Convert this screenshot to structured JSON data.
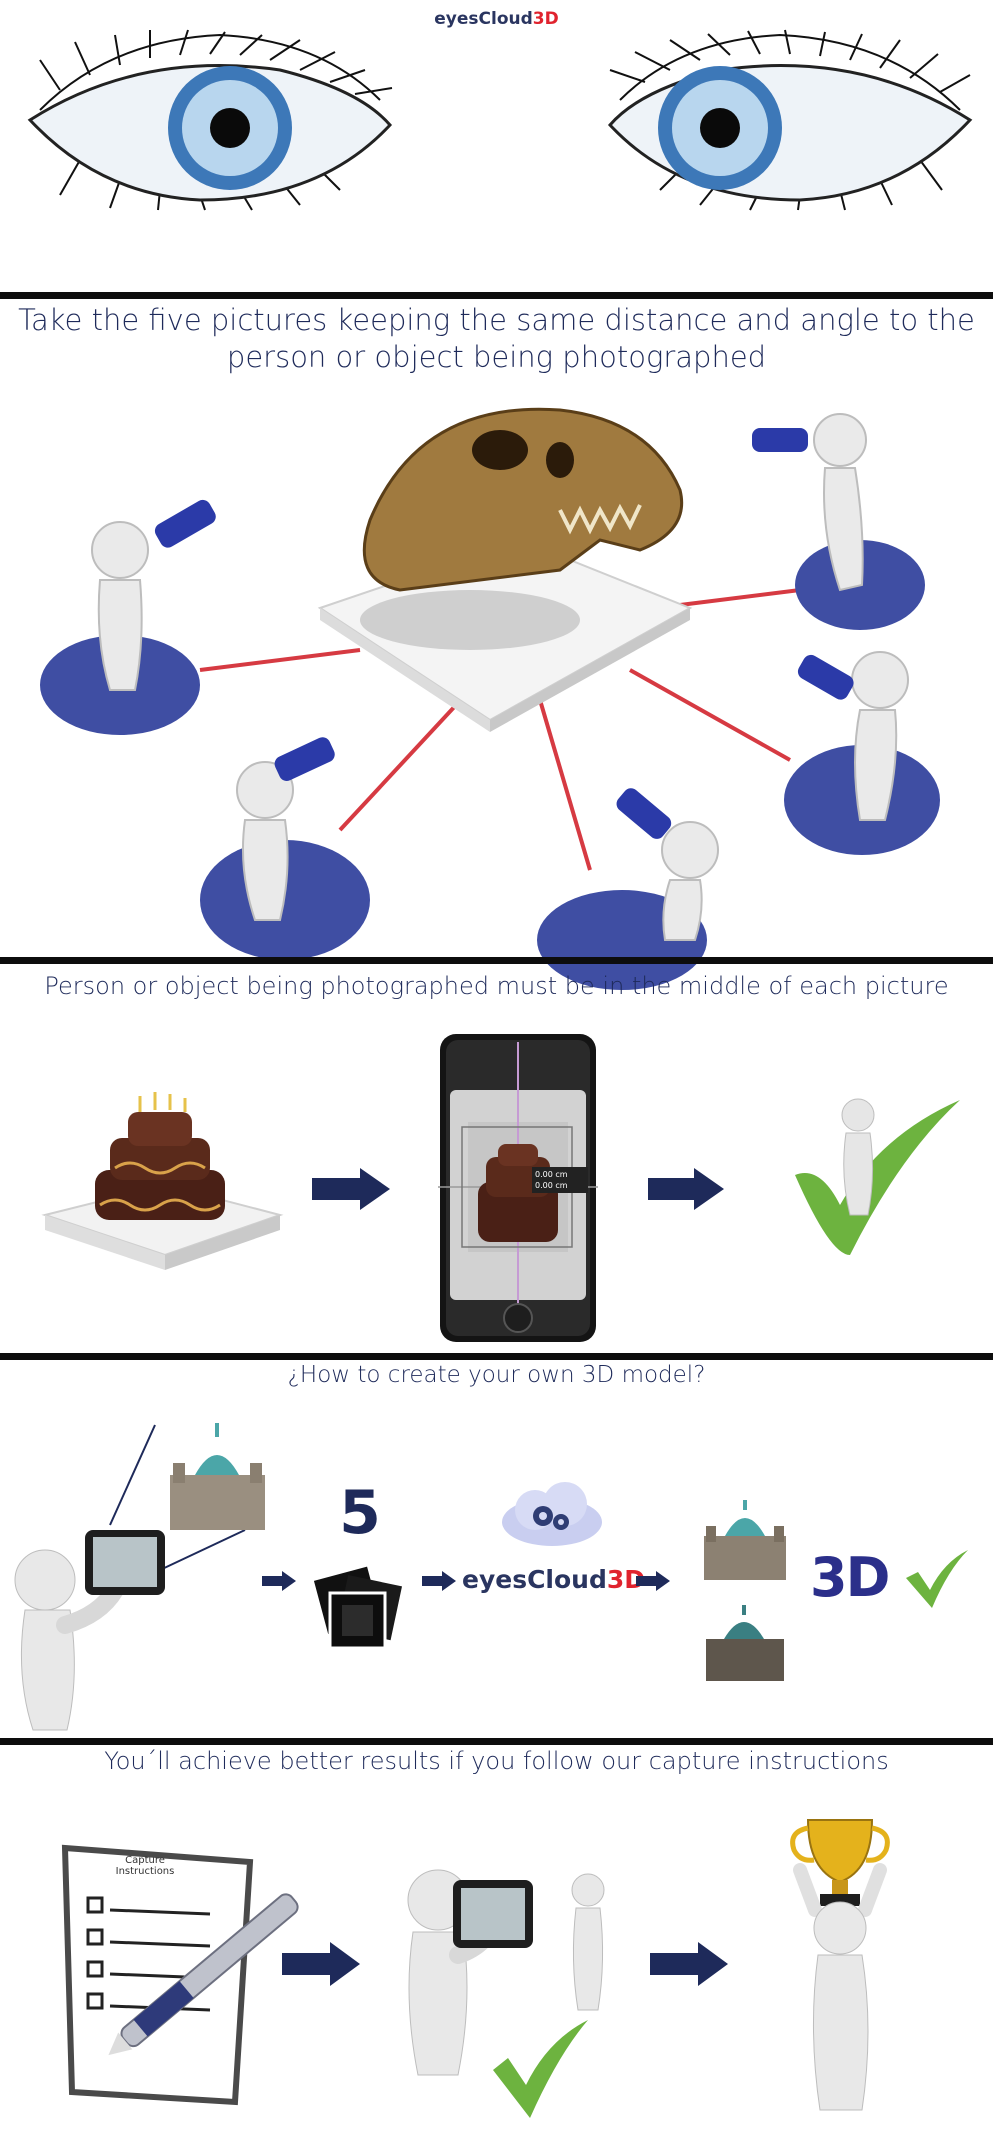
{
  "header": {
    "brand_name": "eyesCloud",
    "brand_accent": "3D"
  },
  "sections": [
    {
      "heading": "Take the five pictures keeping the same distance and angle to the person or object being photographed"
    },
    {
      "heading": "Person or object being photographed must be in the middle of each picture"
    },
    {
      "heading": "¿How to create your own 3D model?"
    },
    {
      "heading": "You´ll achieve better results if you follow our capture instructions"
    }
  ],
  "phone_overlay": {
    "measure_1": "0.00 cm",
    "measure_2": "0.00 cm"
  },
  "process": {
    "photo_count": "5",
    "brand_name": "eyesCloud",
    "brand_accent": "3D",
    "result_badge": "3D"
  },
  "checklist": {
    "title": "Capture Instructions"
  },
  "colors": {
    "navy": "#1e2a5a",
    "accent_red": "#e0232e",
    "check_green": "#6db33f",
    "disc_blue": "#3f4ea3",
    "line_red": "#d63a42"
  }
}
